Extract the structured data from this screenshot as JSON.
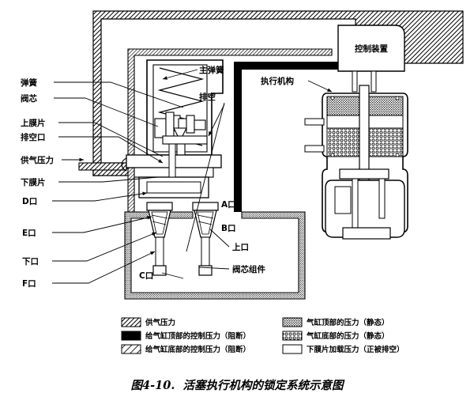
{
  "figure": {
    "caption": "图4-10.  活塞执行机构的锁定系统示意图",
    "title": "活塞执行机构的锁定系统示意图"
  },
  "labels": {
    "left": [
      {
        "id": "spring",
        "text": "弹簧"
      },
      {
        "id": "valve-spool",
        "text": "阀芯"
      },
      {
        "id": "upper-diaphragm",
        "text": "上膜片"
      },
      {
        "id": "vent-port",
        "text": "排空口"
      },
      {
        "id": "supply-pressure",
        "text": "供气压力"
      },
      {
        "id": "lower-diaphragm",
        "text": "下膜片"
      },
      {
        "id": "port-d",
        "text": "D口"
      },
      {
        "id": "port-e",
        "text": "E口"
      },
      {
        "id": "port-lower",
        "text": "下口"
      },
      {
        "id": "port-f",
        "text": "F口"
      }
    ],
    "center": [
      {
        "id": "main-spring",
        "text": "主弹簧"
      },
      {
        "id": "vent",
        "text": "排空"
      },
      {
        "id": "port-a",
        "text": "A口"
      },
      {
        "id": "port-b",
        "text": "B口"
      },
      {
        "id": "port-upper",
        "text": "上口"
      },
      {
        "id": "spool-assembly",
        "text": "阀芯组件"
      },
      {
        "id": "port-c",
        "text": "C口"
      }
    ],
    "right": [
      {
        "id": "control-device",
        "text": "控制装置"
      },
      {
        "id": "actuator",
        "text": "执行机构"
      }
    ]
  },
  "legend": {
    "left_column": [
      {
        "id": "supply-pressure",
        "pattern": "dense-hatch",
        "text": "供气压力"
      },
      {
        "id": "cyl-top-control",
        "pattern": "solid-black",
        "text": "给气缸顶部的控制压力（阻断）"
      },
      {
        "id": "cyl-bottom-control",
        "pattern": "sparse-hatch",
        "text": "给气缸底部的控制压力（阻断）"
      }
    ],
    "right_column": [
      {
        "id": "cyl-top-static",
        "pattern": "fine-stipple",
        "text": "气缸顶部的压力（静态）"
      },
      {
        "id": "cyl-bottom-static",
        "pattern": "bubble",
        "text": "气缸底部的压力（静态）"
      },
      {
        "id": "lower-diaph-load",
        "pattern": "empty-white",
        "text": "下膜片加载压力（正被排空）"
      }
    ]
  },
  "colors": {
    "line": "#000000",
    "fill": "#ffffff",
    "solid_pattern": "#000000",
    "background": "#ffffff"
  }
}
